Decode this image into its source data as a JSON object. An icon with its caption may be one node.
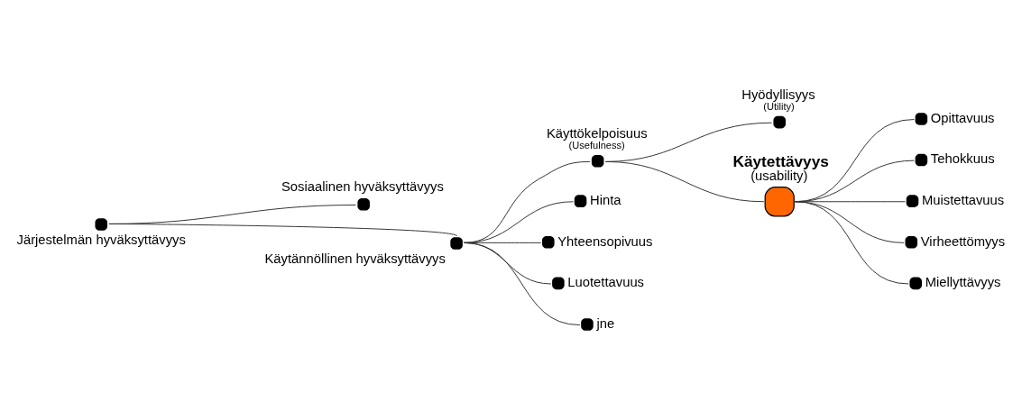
{
  "diagram": {
    "nodes": [
      {
        "text": [],
        "shape": "circle",
        "beside": [
          "Hyödyllisyys",
          "(Utility)"
        ]
      },
      {
        "text": [],
        "shape": "circle",
        "beside": [
          "Sosiaalinen hyväksyttävyys"
        ]
      },
      {
        "text": [],
        "shape": "circle",
        "beside": [
          "Käyttökelpoisuus",
          "(Usefulness)"
        ]
      },
      {
        "text": [],
        "shape": "circle",
        "beside": [
          "Käytettävyys",
          "(usability)"
        ]
      },
      {
        "text": [],
        "shape": "circle",
        "beside": [
          "Opittavuus"
        ]
      },
      {
        "text": [],
        "shape": "circle",
        "beside": [
          "Järjestelmän hyväksyttävyys"
        ]
      },
      {
        "text": [],
        "shape": "circle",
        "beside": [
          "Tehokkuus"
        ]
      },
      {
        "text": [],
        "shape": "circle",
        "beside": [
          "Hinta"
        ]
      },
      {
        "text": [],
        "shape": "circle",
        "beside": [
          "Muistettavuus"
        ]
      },
      {
        "text": [],
        "shape": "circle",
        "beside": [
          "Käytännöllinen hyväksyttävyys"
        ]
      },
      {
        "text": [],
        "shape": "circle",
        "beside": [
          "Yhteensopivuus"
        ]
      },
      {
        "text": [],
        "shape": "circle",
        "beside": [
          "Virheettömyys"
        ]
      },
      {
        "text": [],
        "shape": "circle",
        "beside": [
          "Miellyttävyys"
        ]
      },
      {
        "text": [],
        "shape": "circle",
        "beside": [
          "Luotettavuus"
        ]
      },
      {
        "text": [],
        "shape": "circle",
        "beside": [
          "jne"
        ]
      }
    ],
    "edges": [
      {
        "from": 5,
        "to": 1,
        "arrow": "none"
      },
      {
        "from": 5,
        "to": 9,
        "arrow": "none"
      },
      {
        "from": 9,
        "to": 2,
        "arrow": "none"
      },
      {
        "from": 9,
        "to": 7,
        "arrow": "none"
      },
      {
        "from": 9,
        "to": 10,
        "arrow": "none"
      },
      {
        "from": 9,
        "to": 13,
        "arrow": "none"
      },
      {
        "from": 9,
        "to": 14,
        "arrow": "none"
      },
      {
        "from": 2,
        "to": 0,
        "arrow": "none"
      },
      {
        "from": 2,
        "to": 3,
        "arrow": "none"
      },
      {
        "from": 3,
        "to": 4,
        "arrow": "none"
      },
      {
        "from": 3,
        "to": 6,
        "arrow": "none"
      },
      {
        "from": 3,
        "to": 8,
        "arrow": "none"
      },
      {
        "from": 3,
        "to": 11,
        "arrow": "none"
      },
      {
        "from": 3,
        "to": 12,
        "arrow": "none"
      }
    ]
  }
}
